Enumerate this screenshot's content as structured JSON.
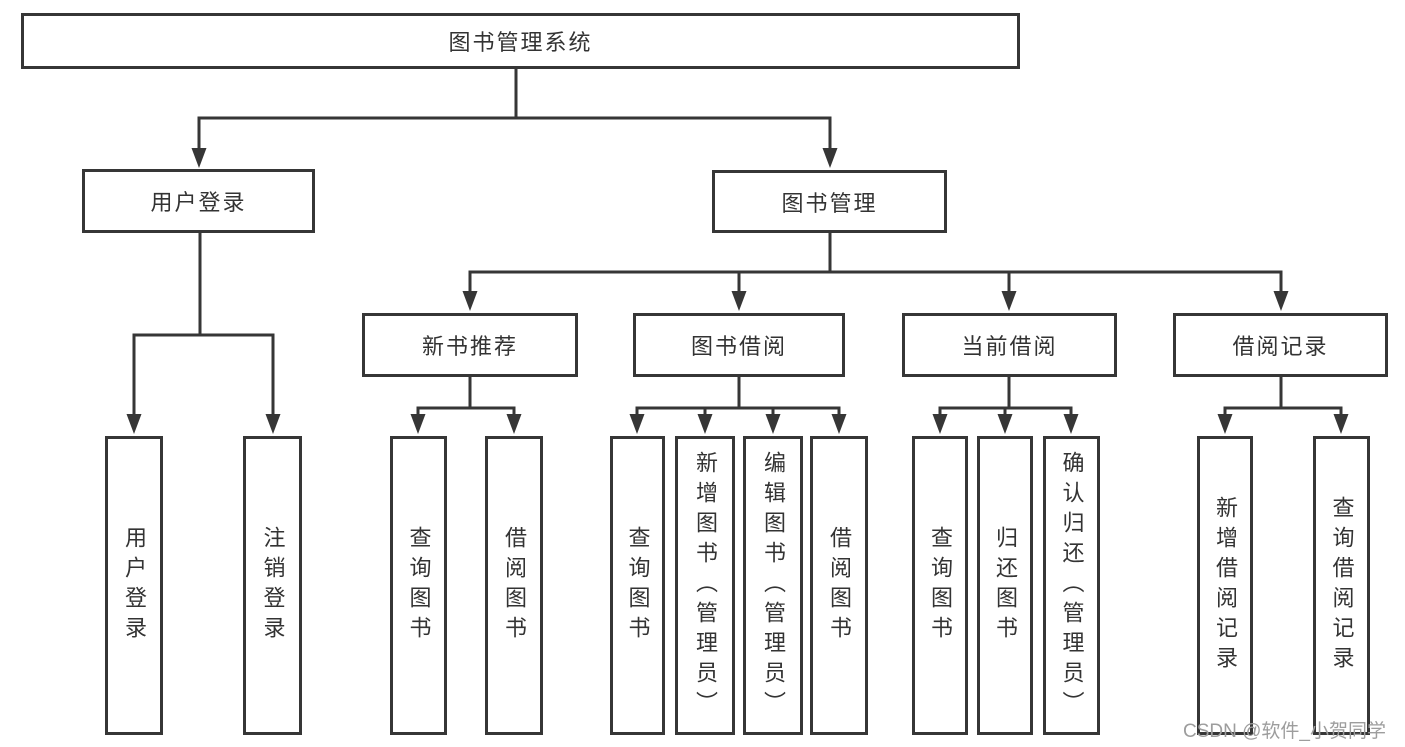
{
  "diagram": {
    "type": "tree",
    "title": "图书管理系统",
    "colors": {
      "line": "#363636",
      "box_border": "#363636",
      "text": "#333333",
      "background": "#ffffff",
      "watermark": "#9d9d9d"
    },
    "tree": {
      "root": {
        "label": "图书管理系统"
      },
      "branches": [
        {
          "label": "用户登录",
          "children": [
            {
              "label": "用户登录"
            },
            {
              "label": "注销登录"
            }
          ]
        },
        {
          "label": "图书管理",
          "children": [
            {
              "label": "新书推荐",
              "children": [
                {
                  "label": "查询图书"
                },
                {
                  "label": "借阅图书"
                }
              ]
            },
            {
              "label": "图书借阅",
              "children": [
                {
                  "label": "查询图书"
                },
                {
                  "label": "新增图书（管理员）"
                },
                {
                  "label": "编辑图书（管理员）"
                },
                {
                  "label": "借阅图书"
                }
              ]
            },
            {
              "label": "当前借阅",
              "children": [
                {
                  "label": "查询图书"
                },
                {
                  "label": "归还图书"
                },
                {
                  "label": "确认归还（管理员）"
                }
              ]
            },
            {
              "label": "借阅记录",
              "children": [
                {
                  "label": "新增借阅记录"
                },
                {
                  "label": "查询借阅记录"
                }
              ]
            }
          ]
        }
      ]
    },
    "watermark": {
      "text": "CSDN @软件_小贺同学"
    }
  }
}
